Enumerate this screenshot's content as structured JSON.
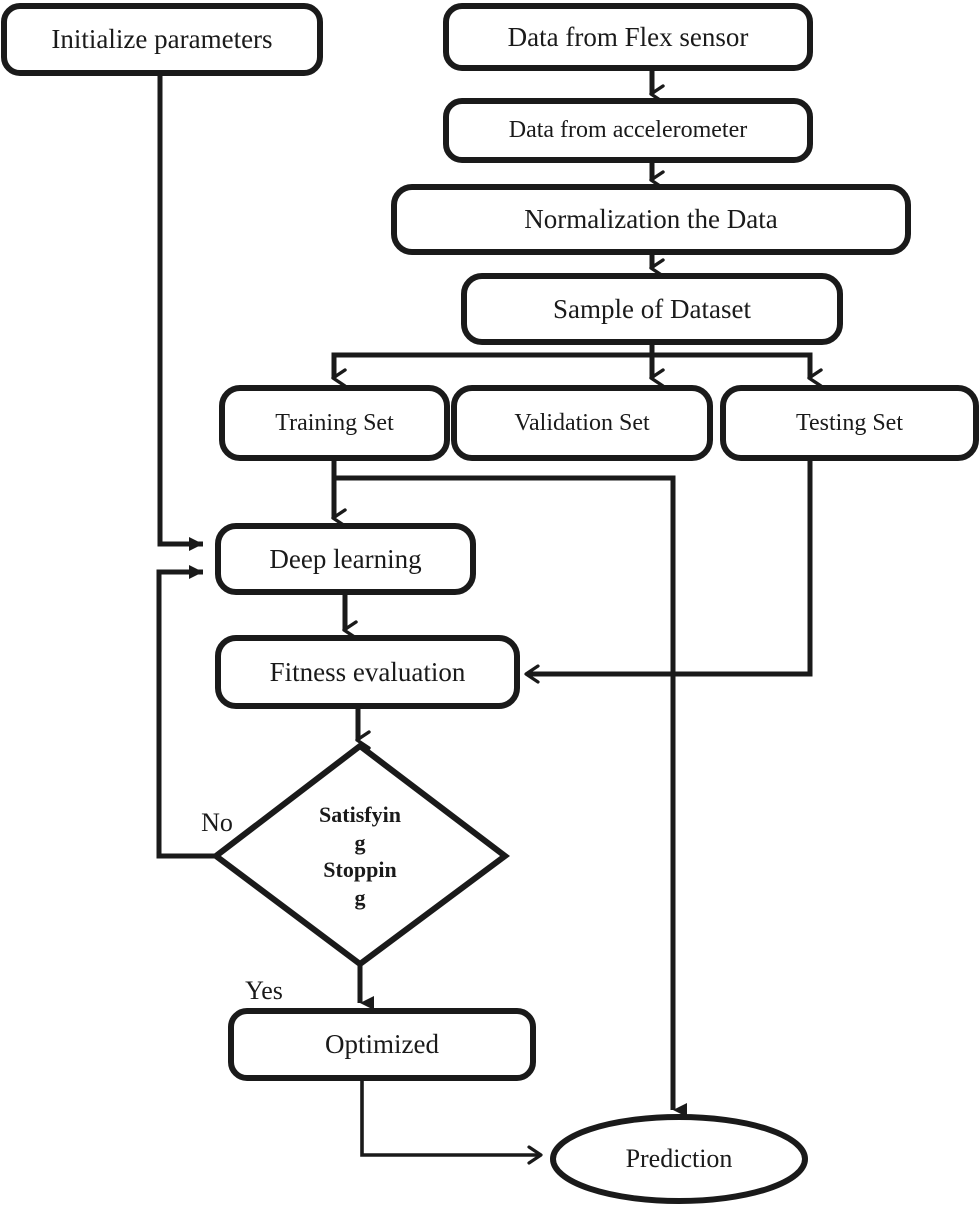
{
  "diagram": {
    "title": "Deep learning optimization flowchart",
    "type": "flowchart",
    "stroke_color": "#1a1a1a",
    "fill_color": "#ffffff",
    "nodes": {
      "initialize_parameters": {
        "label": "Initialize parameters",
        "shape": "rounded-rect"
      },
      "data_flex_sensor": {
        "label": "Data from Flex sensor",
        "shape": "rounded-rect"
      },
      "data_accelerometer": {
        "label": "Data from  accelerometer",
        "shape": "rounded-rect"
      },
      "normalization": {
        "label": "Normalization the Data",
        "shape": "rounded-rect"
      },
      "sample_dataset": {
        "label": "Sample of Dataset",
        "shape": "rounded-rect"
      },
      "training_set": {
        "label": "Training Set",
        "shape": "rounded-rect"
      },
      "validation_set": {
        "label": "Validation Set",
        "shape": "rounded-rect"
      },
      "testing_set": {
        "label": "Testing Set",
        "shape": "rounded-rect"
      },
      "deep_learning": {
        "label": "Deep learning",
        "shape": "rounded-rect"
      },
      "fitness_evaluation": {
        "label": "Fitness evaluation",
        "shape": "rounded-rect"
      },
      "decision": {
        "label": "Satisfyin\ng\nStoppin\ng",
        "shape": "diamond"
      },
      "optimized": {
        "label": "Optimized",
        "shape": "rounded-rect"
      },
      "prediction": {
        "label": "Prediction",
        "shape": "ellipse"
      }
    },
    "edge_labels": {
      "no": "No",
      "yes": "Yes"
    }
  }
}
